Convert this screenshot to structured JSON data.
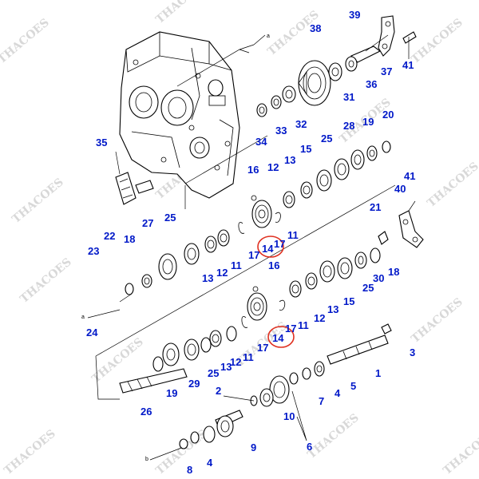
{
  "watermark": {
    "text": "THACOES"
  },
  "callouts": {
    "a": "a",
    "b": "b"
  },
  "highlight_color": "#e03020",
  "label_color": "#0018c8",
  "parts": [
    {
      "id": "p39",
      "text": "39"
    },
    {
      "id": "p38",
      "text": "38"
    },
    {
      "id": "p37",
      "text": "37"
    },
    {
      "id": "p41a",
      "text": "41"
    },
    {
      "id": "p36",
      "text": "36"
    },
    {
      "id": "p31",
      "text": "31"
    },
    {
      "id": "p32",
      "text": "32"
    },
    {
      "id": "p33",
      "text": "33"
    },
    {
      "id": "p34",
      "text": "34"
    },
    {
      "id": "p35",
      "text": "35"
    },
    {
      "id": "p28",
      "text": "28"
    },
    {
      "id": "p19a",
      "text": "19"
    },
    {
      "id": "p20",
      "text": "20"
    },
    {
      "id": "p25a",
      "text": "25"
    },
    {
      "id": "p15a",
      "text": "15"
    },
    {
      "id": "p13a",
      "text": "13"
    },
    {
      "id": "p12a",
      "text": "12"
    },
    {
      "id": "p16a",
      "text": "16"
    },
    {
      "id": "p41b",
      "text": "41"
    },
    {
      "id": "p40",
      "text": "40"
    },
    {
      "id": "p21",
      "text": "21"
    },
    {
      "id": "p11a",
      "text": "11"
    },
    {
      "id": "p17a",
      "text": "17"
    },
    {
      "id": "p14a",
      "text": "14"
    },
    {
      "id": "p17b",
      "text": "17"
    },
    {
      "id": "p16b",
      "text": "16"
    },
    {
      "id": "p27",
      "text": "27"
    },
    {
      "id": "p25b",
      "text": "25"
    },
    {
      "id": "p22",
      "text": "22"
    },
    {
      "id": "p18a",
      "text": "18"
    },
    {
      "id": "p23",
      "text": "23"
    },
    {
      "id": "p13b",
      "text": "13"
    },
    {
      "id": "p12b",
      "text": "12"
    },
    {
      "id": "p11b",
      "text": "11"
    },
    {
      "id": "p24",
      "text": "24"
    },
    {
      "id": "p18b",
      "text": "18"
    },
    {
      "id": "p30",
      "text": "30"
    },
    {
      "id": "p25c",
      "text": "25"
    },
    {
      "id": "p15b",
      "text": "15"
    },
    {
      "id": "p13c",
      "text": "13"
    },
    {
      "id": "p12c",
      "text": "12"
    },
    {
      "id": "p11c",
      "text": "11"
    },
    {
      "id": "p17c",
      "text": "17"
    },
    {
      "id": "p14b",
      "text": "14"
    },
    {
      "id": "p17d",
      "text": "17"
    },
    {
      "id": "p11d",
      "text": "11"
    },
    {
      "id": "p12d",
      "text": "12"
    },
    {
      "id": "p13d",
      "text": "13"
    },
    {
      "id": "p25d",
      "text": "25"
    },
    {
      "id": "p29",
      "text": "29"
    },
    {
      "id": "p19b",
      "text": "19"
    },
    {
      "id": "p26",
      "text": "26"
    },
    {
      "id": "p3",
      "text": "3"
    },
    {
      "id": "p1",
      "text": "1"
    },
    {
      "id": "p5",
      "text": "5"
    },
    {
      "id": "p4a",
      "text": "4"
    },
    {
      "id": "p7",
      "text": "7"
    },
    {
      "id": "p2",
      "text": "2"
    },
    {
      "id": "p10",
      "text": "10"
    },
    {
      "id": "p6",
      "text": "6"
    },
    {
      "id": "p9",
      "text": "9"
    },
    {
      "id": "p8",
      "text": "8"
    },
    {
      "id": "p4b",
      "text": "4"
    }
  ]
}
